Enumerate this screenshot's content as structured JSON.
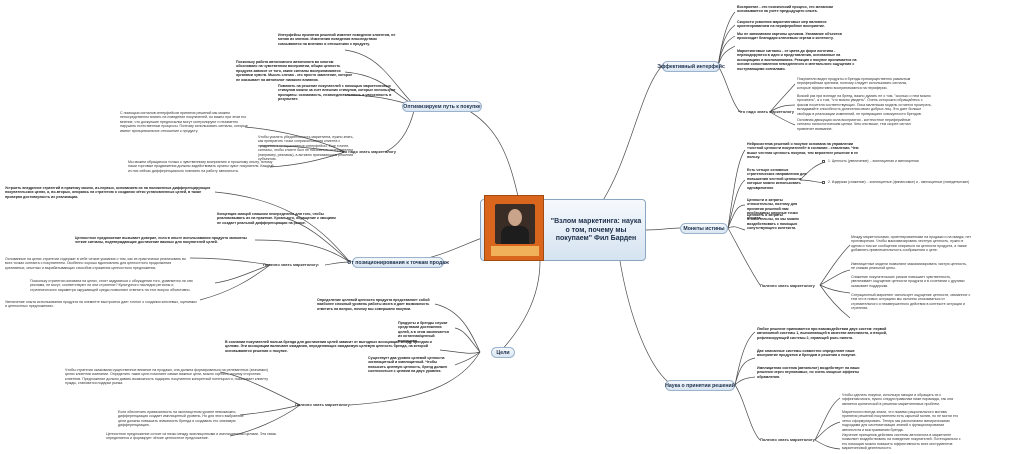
{
  "center": {
    "title": "\"Взлом маркетинга: наука о том, почему мы покупаем\" Фил Барден",
    "book_title": "Взлом маркетинга",
    "book_author": "ФИЛ БАРДЕН"
  },
  "branches": {
    "eff": "Эффективный интерфейс",
    "opt": "Оптимизируем путь к покупке",
    "pos": "От позиционирования к точкам продаж",
    "goals": "Цели",
    "implicit": "Монеты истины",
    "science": "Наука о принятии решений"
  },
  "labels": {
    "what_tr": "Что надо знать маркетологу",
    "what_ml": "Что надо знать маркетологу",
    "what_lm": "Полезно знать маркетологу:",
    "what_bl": "Полезно знать маркетологу",
    "what_rm": "Полезно знать маркетологу",
    "what_br": "Полезно знать маркетологу"
  },
  "texts": {
    "tr1": "Восприятие - это психический процесс, его механизм основывается на учете предыдущего опыта.",
    "tr2": "Скорости усвоения маркетинговых мер являются ориентированием на периферийное восприятие.",
    "tr3": "Мы не запоминаем картины целиком. Узнавание объектов происходит благодаря ключевым чертам и контексту.",
    "tr4": "Маркетинговые сигналы - от цвета до форм логотипа - перекодируются в идеи и представления, основанные на ассоциациях и воспоминаниях. Реакция к покупке принимается на основе сопоставления немедленного и ментального ощущения с поступающими сигналами.",
    "tr5": "Покупатели видят продукты и бренды преимущественно размытым периферийным зрением, поэтому следует использовать сигналы, которые эффективно воспринимаются на периферии.",
    "tr6": "Всякий раз при взгляде на бренд, важно думать не о том, \"сколько о нем можно прочитать\", а о том, \"что можно увидеть\". Очень осторожно обращайтесь с фасом носителя соответствующих. Пока маленькая модель остается проиграть, вкладывайте способность донесения своих добрых лиц. Это дает больше свободы в реализации изменений, не превращают совокупности брендов.",
    "tr7": "Основная движущая сила восприятия - контекстное периферийные сигналы психологическим целям. Чем они выше, тем скорее сигнал привлечет внимание.",
    "tl1": "Интерфейсы принятия решений изменят поведение клиентов, не меняя их мнения. Изменения поведения впоследствии сказываются на мнениях и отношениях к продукту.",
    "tl2": "Поскольку работа автономного автопилота во многом обосновано на чувственном восприятии, общая ценность продукта зависит от того, какие сигналы воспринимаются органами чувств. Мысль слезая - это просто заменение, которое не оказывает на автопилот никакого влияния.",
    "tl3": "Повлиять на решение покупателей с помощью маркетинговых стимулов можно за счет внешних стимулов, которые используют принципы: осязаемость, незамедлительность и уверенность в результате.",
    "tl4": "С помощью сигналов интерфейсов принятия решений мы можем непосредственно влиять на поведение покупателей, но важно при этом его мнение, что доскупшие предпосылки могут контролируют и незаметно нарушить естественные процессы. Поэтому использовать сигналы, которые имеют принципиальное отношение к продукту.",
    "tl5": "Чтобы усилить убедительность маркетинга, нужно знать, как превратить точки соприкосновения клиента с продуктом в интерактивные интерфейсы. Еще точнее, сигналы, чтобы клиент был не пассивным созерцателем (например, рекламы), а активно принимающим решения субъектом.",
    "tl6": "Мы можем обращаться только к чувственному восприятию и прошлому опыту, потому наши торговые продвижения должны задействовать органы чувст покупателя. Каждый из них сейчас дифференциально повлиять на работу автопилота.",
    "ml1": "Устроить внедрение стратегий в практику можно, из-первых, основанием их на положенных дифференцирующих покупательских целях, а, во-вторых, опираясь на стратегию о создании чётко установленных целей, в также проверяя достоверность их реализации.",
    "ml2": "Концепция эмоций слишком неопределена для того, чтобы реализовывать их на практике. Кроме того, обращение к эмоциям не создает реальной дифференциации на рынке.",
    "ml3": "Ценностное предложение вызывает доверие, если в опыте использования продукта заложены четкие сигналы, подтверждающие достижение важных для покупателей целей.",
    "ml4": "Основанные на целях стратегии содержат в себе четкие указания о том, как их практически реализовать во всех точках контакта с покупателем. Особенно хорошо вдохновлять для ценностного продолжения креативных, опытных и вырабатывающих способов отражения ценностного предложения.",
    "ml5": "Поскольку стратегия основана на целях, стоит задуматься с обсуждения того, уравняется ли они реклама, не могут, соответствуют ли они стратегии? Культурного наследия регионы и стратегического параметра окружающей среды позволяют ответить на этот вопрос объективно.",
    "ml6": "Увеличение опыта использования продукта на элементе выстроится дает точное о создании ключевых, оценимых и ценностных предложениях.",
    "bl1": "Определение целевой ценности продукта представляет собой наиболее сложный уровень работы мозга и дает возможность ответить на вопрос, почему мы совершаем покупки.",
    "bl2": "Продукты и бренды служат средствами достижения целей, а в этом заключается их истинная/ценный потенциал.",
    "bl3": "В сознании покупателей польза бренда для достижения целей зависит от выгодных ассоциаций между брендом и целями. Эти ассоциации включают ожидания, определяющих ожидаемую целевую ценность бренда, на которой основываются решения о покупке.",
    "bl4": "Существует два уровня целевой ценности: эксплицитный и имплицитный. Чтобы повысить целевую ценность, бренд должен соотноситься с целями на двух уровнях.",
    "bl5": "Чтобы стратегия оказывала существенное влияние на продажи, она должна формироваться на релевантных (значимых) целях клиентов компании. Определить такие цели помогают самые важные цели, можно оценить, почему сторонних клиентов. Предложение должно давать возможность подарить покупателю конкретный потенциал и, показывает клиенту нужды, становится подарки рынка.",
    "bl6": "Если обеспечить привязанность на эксплицитном уровне невозможно, дифференциация создает имплицитный уровень. Но для этого выбранные цели должны повышать значимость бренда и создавать его значимую дифференциацию.",
    "bl7": "Ценностное предложение сотоит из низко между эксплицитными и имплицитными целями. Эта связь определяется и формирует чёткие ценностное предложение.",
    "rt1": "Нейросистема решений о покупке основана на управлении «честной ценности покупателей» в сознании - ставлении. Чем выше честная ценность покупки, тем вероятнее решение в ее пользу.",
    "rt2": "Есть четыре основных стратегических направления для повышения честной ценности, которые можно использовать одновременно",
    "rt3": "Ценности и затраты относительны, поэтому для принятия решений нам необходимы опорные точки отсчета.",
    "rt4": "Ценность и затраты относительны, но мы можем воздействовать с помощью сопутствующего контекста.",
    "rm1": "Между маркетологами, ориентированными на продажи и на имидж, нет противоречия. Чтобы максимизировать честную ценность, нужно в одном и том же сообщении опираться на ценности продукта, а также добавлять привлекательность соображения о цене.",
    "rm2": "Имплицитные модели позволяют максимизировать чистую ценность, не снижая реальной цены.",
    "rm3": "Снижение покупательских рисков повышает чувственность, увеличивает ощущение ценности продукта и в сочетании с другими оказывает поддержки.",
    "rm4": "Ситуационный маркетинг использует ощущение ценности, связанное с тем что в новых ситуациях мы склонны отказываться от стремительного и незавершенного действия в контексте ситуации и стратегии.",
    "br1": "Любое решение принимается при взаимодействии двух систем: первой автономной системы 1, выполняющей в качестве автопилота, и второй, рефлексирующей системы 2, играющей роль пилота.",
    "br2": "Две описанные системы совместно определяют наше восприятие продуктов и брендов и решения о покупке.",
    "br3": "Имплицитная система (автопилот) воздействует на наши решения через неуловимые, но очень мощные эффекты обрамления.",
    "br4": "Чтобы сделать покупки, используя эмоции и обращать их к эффектам мозга, нужно следуя правилам ниже пирамида, так она является критической в решении маркетинговых проблем.",
    "br5": "Маркетологи всегда знали, что помимо рационального мотива принятия решений покупателем есть скрытый мотив, но не могли его четко сформулировать. Теперь мы располагаем эмпирическими подходами для систематизации знаний о функционировании автопилота и выстраиванию бренда.",
    "br6": "Изучение принципов действия системы автопилота в маркетинге позволяет воздействовать на поведение покупателей. Потенциально с его помощью можно повысить эффективность всех инструментов маркетинговой деятельности."
  },
  "checks": [
    "1. Ценность (увеличение): - эксплицитная и имплицитная",
    "2. Издержки (снижение): - эксплицитные (финансовые) и - имплицитные (поведенческие)"
  ]
}
